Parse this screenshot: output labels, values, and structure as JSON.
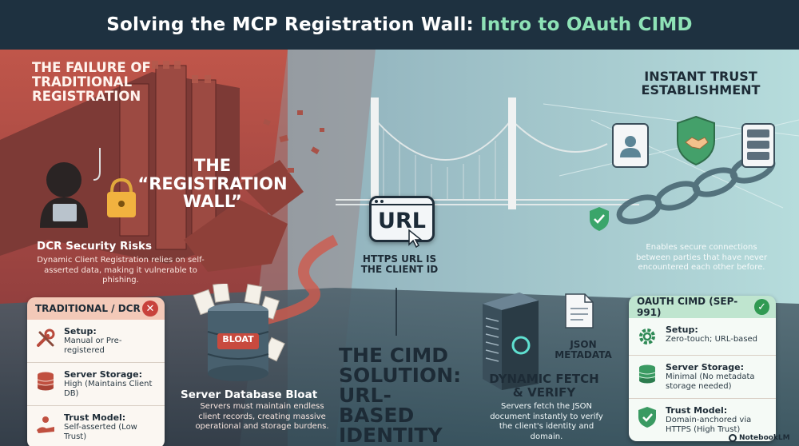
{
  "header": {
    "title_main": "Solving the MCP Registration Wall: ",
    "title_accent": "Intro to OAuth CIMD"
  },
  "failure": {
    "heading": "THE FAILURE OF TRADITIONAL REGISTRATION"
  },
  "wall": {
    "label": "THE “REGISTRATION WALL”"
  },
  "dcr_risks": {
    "title": "DCR Security Risks",
    "description": "Dynamic Client Registration relies on self-asserted data, making it vulnerable to phishing."
  },
  "traditional_card": {
    "title": "TRADITIONAL / DCR",
    "rows": [
      {
        "label": "Setup:",
        "value": "Manual or Pre-registered",
        "icon": "wrench-icon"
      },
      {
        "label": "Server Storage:",
        "value": "High (Maintains Client DB)",
        "icon": "database-icon"
      },
      {
        "label": "Trust Model:",
        "value": "Self-asserted (Low Trust)",
        "icon": "hand-icon"
      }
    ]
  },
  "bloat": {
    "barrel_label": "BLOAT",
    "title": "Server Database Bloat",
    "description": "Servers must maintain endless client records, creating massive operational and storage burdens."
  },
  "url_box": {
    "label": "URL",
    "caption": "HTTPS URL IS THE CLIENT ID"
  },
  "cimd": {
    "heading": "THE CIMD SOLUTION: URL-BASED IDENTITY"
  },
  "json_meta": {
    "label": "JSON METADATA"
  },
  "fetch": {
    "title": "DYNAMIC FETCH & VERIFY",
    "description": "Servers fetch the JSON document instantly to verify the client's identity and domain."
  },
  "trust": {
    "heading": "INSTANT TRUST ESTABLISHMENT",
    "description": "Enables secure connections between parties that have never encountered each other before."
  },
  "cimd_card": {
    "title": "OAUTH CIMD (SEP-991)",
    "rows": [
      {
        "label": "Setup:",
        "value": "Zero-touch; URL-based",
        "icon": "gear-icon"
      },
      {
        "label": "Server Storage:",
        "value": "Minimal (No metadata storage needed)",
        "icon": "database-icon"
      },
      {
        "label": "Trust Model:",
        "value": "Domain-anchored via HTTPS (High Trust)",
        "icon": "shield-icon"
      }
    ]
  },
  "watermark": {
    "label": "NotebookLM"
  },
  "colors": {
    "header_bg": "#1e3140",
    "accent_green": "#8ee2b6",
    "trad_card_title": "#f3c9b8",
    "cimd_card_title": "#bfe5cf",
    "danger": "#c8423c",
    "success": "#2f9a52"
  }
}
